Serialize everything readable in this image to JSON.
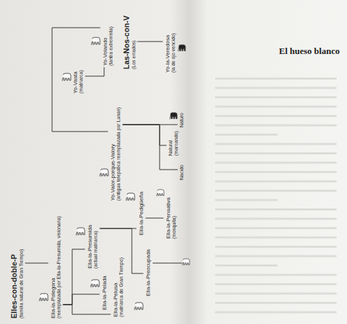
{
  "diagram": {
    "nodes": [
      {
        "text": [
          "Las-Nos-con-V",
          "(Los errados)"
        ]
      },
      {
        "text": [
          "Yo-Volando",
          "(tantra extremista)"
        ]
      },
      {
        "text": [
          "Yo-Vasta",
          "(matriarca)"
        ]
      },
      {
        "text": [
          "Yo-la-Veredosa",
          "(la de ojo vencido)"
        ]
      },
      {
        "text": [
          "Yo-Valor-porque-Valory",
          "(antigua telepática reemplazada por Lunas)"
        ]
      },
      {
        "text": [
          "Naturo"
        ]
      },
      {
        "text": [
          "Natural",
          "(marcando)"
        ]
      },
      {
        "text": [
          "Nacido"
        ]
      },
      {
        "text": [
          "Elles-con-doble-P",
          "(familia natural de Gran Tiempo)"
        ]
      },
      {
        "text": [
          "Ella-la-Polegona",
          "(reemplazada por Ella-la-Presumida, visionaria)"
        ]
      },
      {
        "text": [
          "Ella-la-Presumida",
          "(actual matriarca)"
        ]
      },
      {
        "text": [
          "Ella-la-Pelada"
        ]
      },
      {
        "text": [
          "Ella-la-Pelusa",
          "(matriarca de Gran Tiempo)"
        ]
      },
      {
        "text": [
          "Ella-la-Pedigüeña"
        ]
      },
      {
        "text": [
          "Ella-la-Preocupada"
        ]
      },
      {
        "text": [
          "Ella-la-Pensativa",
          "(mosquita)"
        ]
      }
    ],
    "edges": [
      {
        "from": 0,
        "to": 3,
        "arrow": "none"
      },
      {
        "from": 1,
        "to": 2,
        "arrow": "none"
      },
      {
        "from": 1,
        "to": 4,
        "arrow": "none"
      },
      {
        "from": 4,
        "to": 5,
        "arrow": "none"
      },
      {
        "from": 4,
        "to": 6,
        "arrow": "none"
      },
      {
        "from": 4,
        "to": 7,
        "arrow": "none"
      },
      {
        "from": 8,
        "to": 9,
        "arrow": "none"
      },
      {
        "from": 9,
        "to": 10,
        "arrow": "none"
      },
      {
        "from": 9,
        "to": 11,
        "arrow": "none"
      },
      {
        "from": 9,
        "to": 12,
        "arrow": "none"
      },
      {
        "from": 10,
        "to": 13,
        "arrow": "none"
      },
      {
        "from": 10,
        "to": 14,
        "arrow": "none"
      },
      {
        "from": 13,
        "to": 15,
        "arrow": "none"
      }
    ],
    "labels": [
      "El hueso blanco"
    ]
  }
}
